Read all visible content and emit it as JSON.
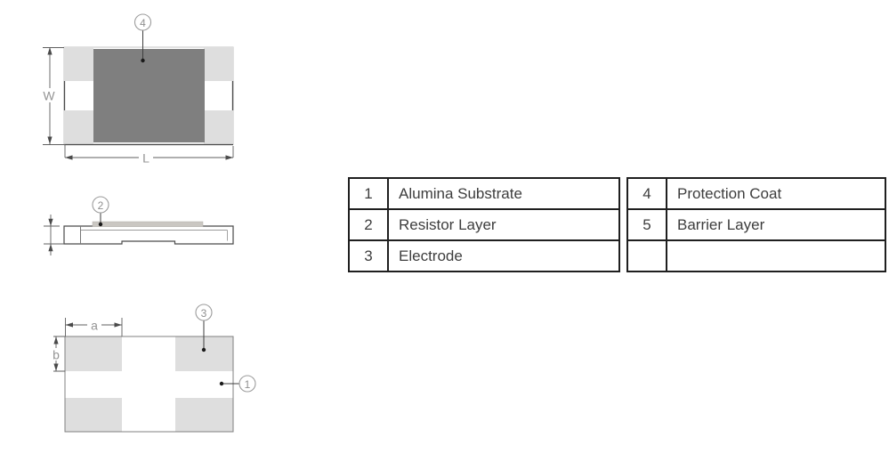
{
  "legend_table": {
    "left_rows": [
      {
        "num": "1",
        "name": "Alumina Substrate"
      },
      {
        "num": "2",
        "name": "Resistor Layer"
      },
      {
        "num": "3",
        "name": "Electrode"
      }
    ],
    "right_rows": [
      {
        "num": "4",
        "name": "Protection Coat"
      },
      {
        "num": "5",
        "name": "Barrier Layer"
      },
      {
        "num": "",
        "name": ""
      }
    ]
  },
  "callouts": {
    "protection_coat": "4",
    "resistor_layer": "2",
    "electrode": "3",
    "alumina_substrate": "1"
  },
  "dimensions": {
    "width": "W",
    "length": "L",
    "pad_length": "a",
    "pad_width": "b"
  },
  "colors": {
    "electrode_pad": "#dedede",
    "protection_coat": "#7f7f7f",
    "resistor_layer": "#cac7c2",
    "outline_dark": "#4a4a4a",
    "outline_light": "#c4c4c4",
    "dim_line": "#5f5f5f",
    "label_gray": "#949494",
    "table_border": "#1f1f1f",
    "table_text": "#3d3d3d"
  }
}
